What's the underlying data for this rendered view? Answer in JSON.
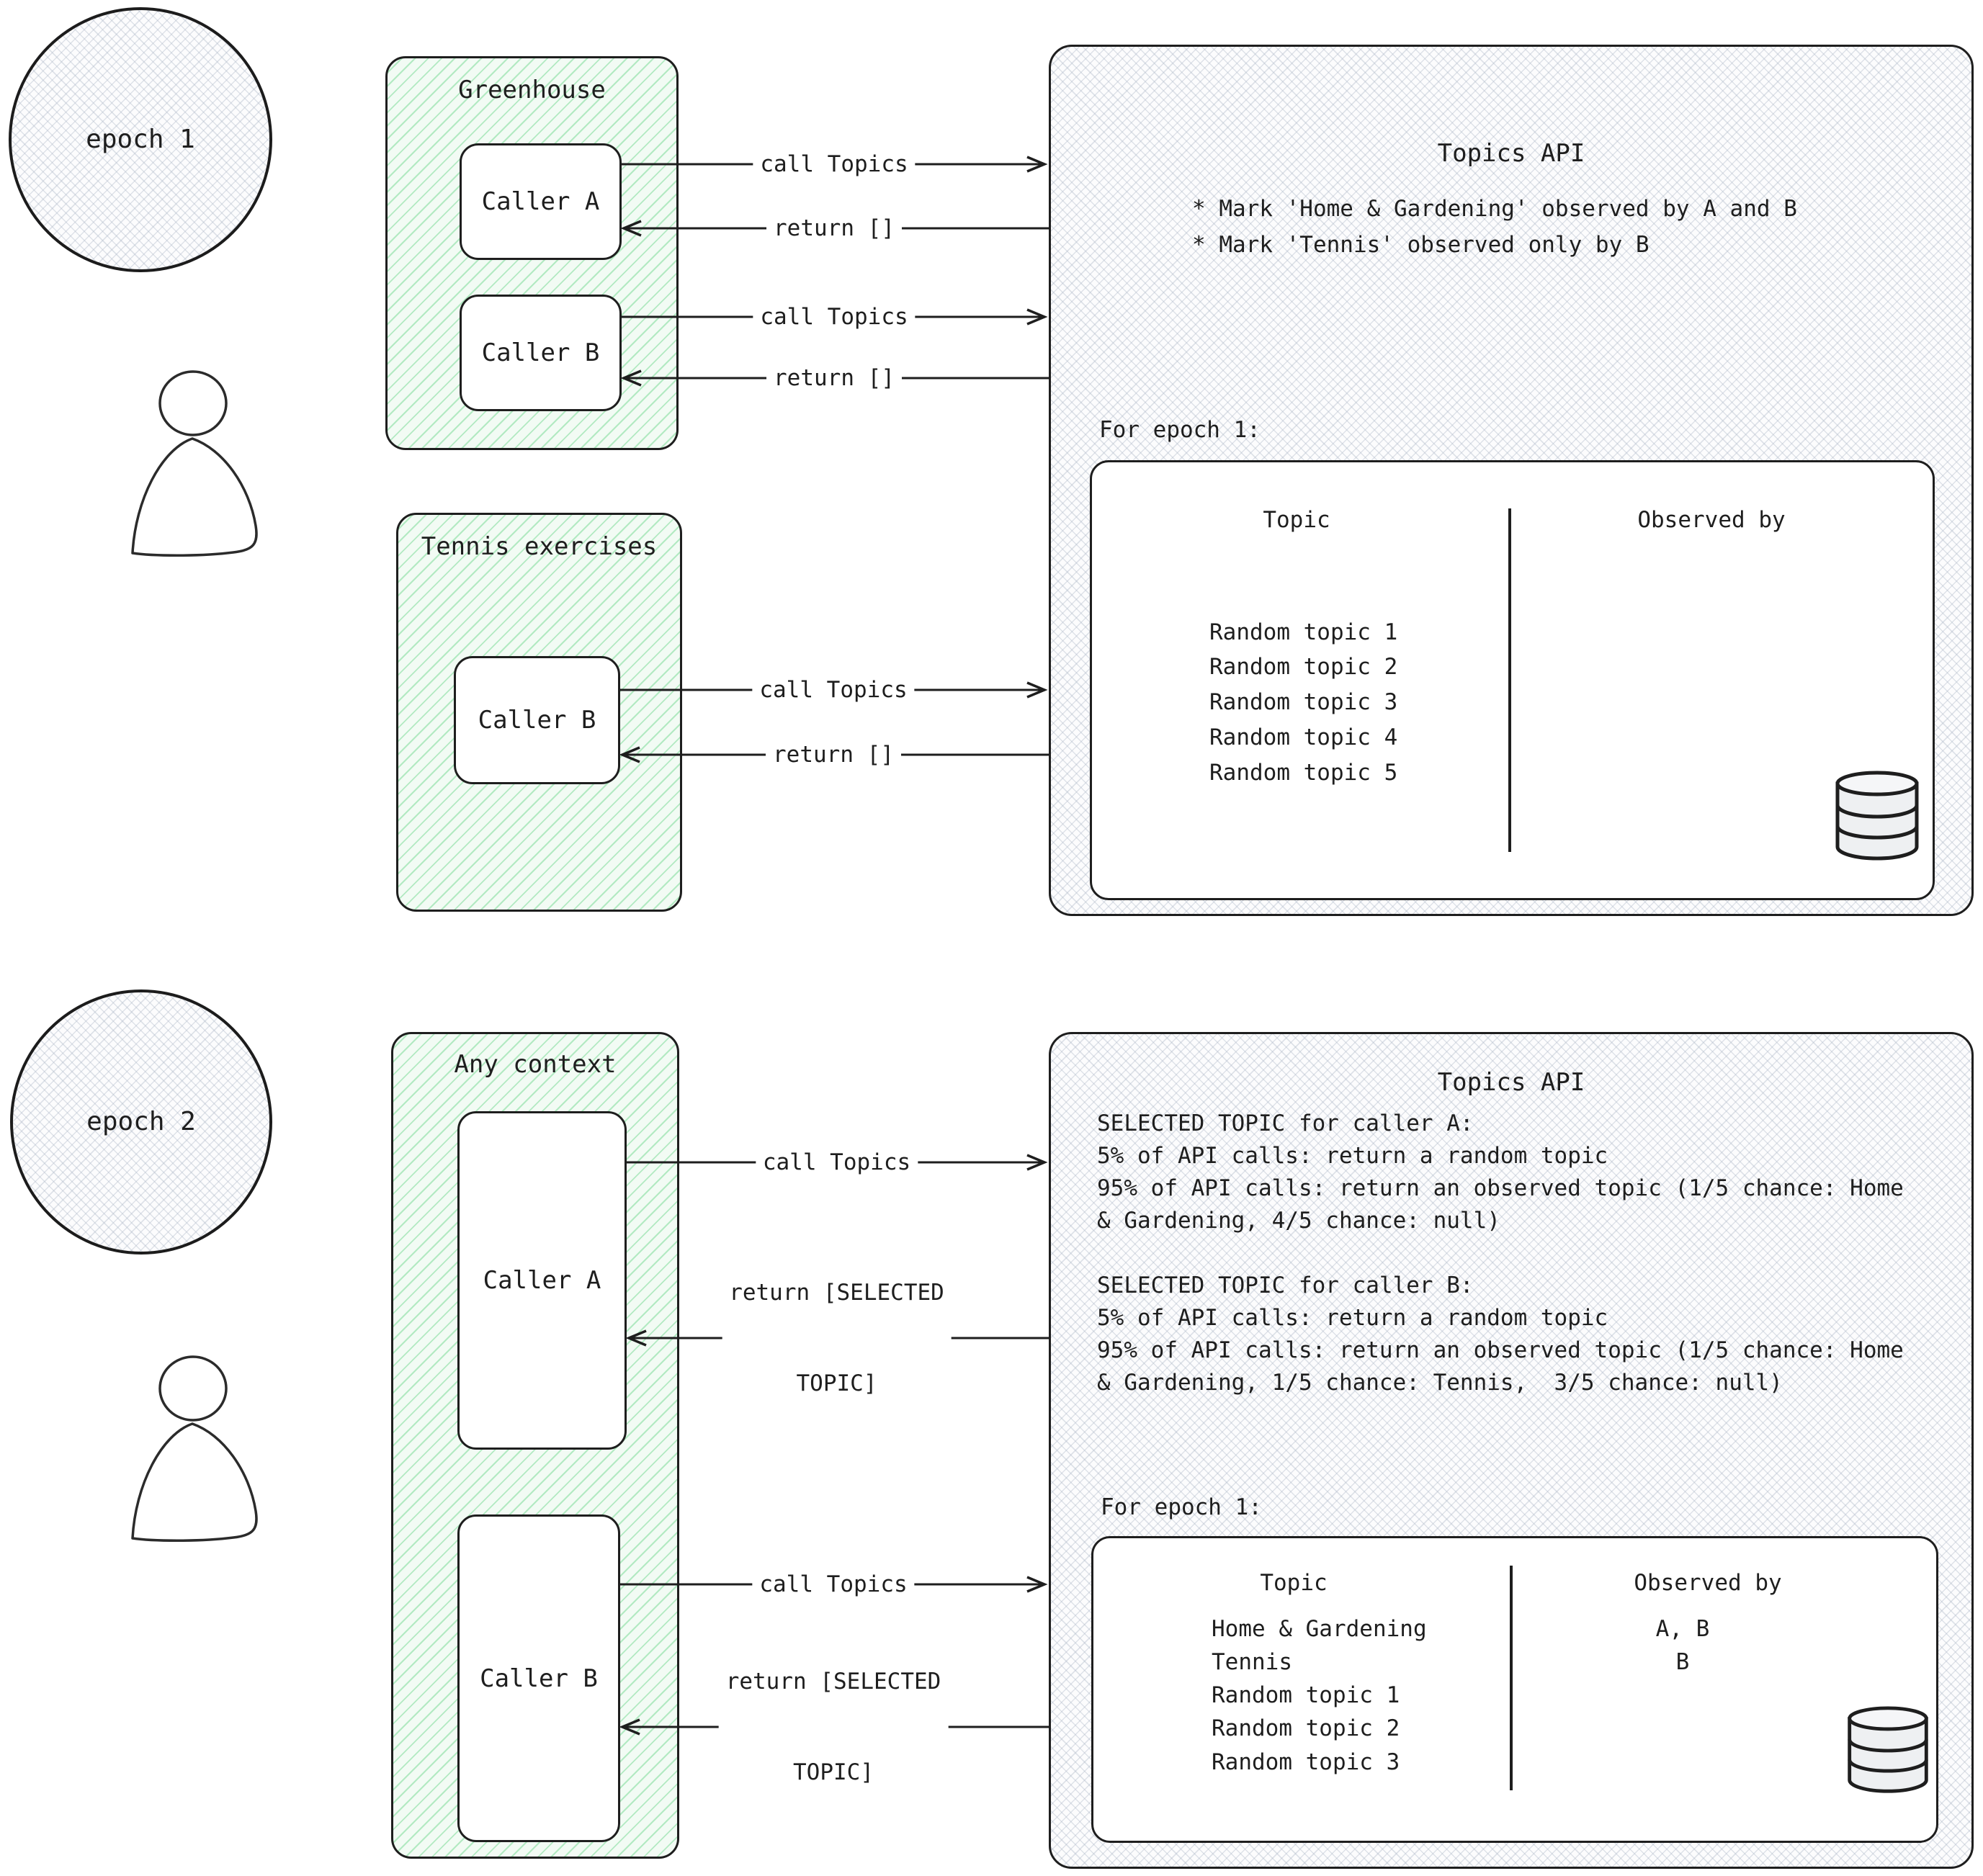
{
  "epoch1": {
    "label": "epoch 1"
  },
  "epoch2": {
    "label": "epoch 2"
  },
  "greenhouse": {
    "title": "Greenhouse",
    "caller_a": "Caller A",
    "caller_b": "Caller B"
  },
  "tennis": {
    "title": "Tennis exercises",
    "caller_b": "Caller B"
  },
  "any_context": {
    "title": "Any context",
    "caller_a": "Caller A",
    "caller_b": "Caller B"
  },
  "arrows": {
    "call": "call Topics",
    "return_empty": "return []",
    "return_selected_l1": "return [SELECTED",
    "return_selected_l2": "TOPIC]"
  },
  "api1": {
    "title": "Topics API",
    "bullet1": "* Mark 'Home & Gardening' observed by A and B",
    "bullet2": "* Mark 'Tennis' observed only by B",
    "epoch_label": "For epoch 1:",
    "table": {
      "col_topic": "Topic",
      "col_observed": "Observed by",
      "rows": [
        {
          "topic": "Random topic 1",
          "observed": ""
        },
        {
          "topic": "Random topic 2",
          "observed": ""
        },
        {
          "topic": "Random topic 3",
          "observed": ""
        },
        {
          "topic": "Random topic 4",
          "observed": ""
        },
        {
          "topic": "Random topic 5",
          "observed": ""
        }
      ]
    }
  },
  "api2": {
    "title": "Topics API",
    "selected_a": [
      "SELECTED TOPIC for caller A:",
      "5% of API calls: return a random topic",
      "95% of API calls: return an observed topic (1/5 chance: Home",
      "& Gardening, 4/5 chance: null)"
    ],
    "selected_b": [
      "SELECTED TOPIC for caller B:",
      "5% of API calls: return a random topic",
      "95% of API calls: return an observed topic (1/5 chance: Home",
      "& Gardening, 1/5 chance: Tennis,  3/5 chance: null)"
    ],
    "epoch_label": "For epoch 1:",
    "table": {
      "col_topic": "Topic",
      "col_observed": "Observed by",
      "rows": [
        {
          "topic": "Home & Gardening",
          "observed": "A, B"
        },
        {
          "topic": "Tennis",
          "observed": "B"
        },
        {
          "topic": "Random topic 1",
          "observed": ""
        },
        {
          "topic": "Random topic 2",
          "observed": ""
        },
        {
          "topic": "Random topic 3",
          "observed": ""
        }
      ]
    }
  },
  "colors": {
    "ink": "#1e1e1e",
    "green_hatch": "#7edb98",
    "gray_hatch": "#adb7c7",
    "db_fill": "#eef0f2"
  }
}
